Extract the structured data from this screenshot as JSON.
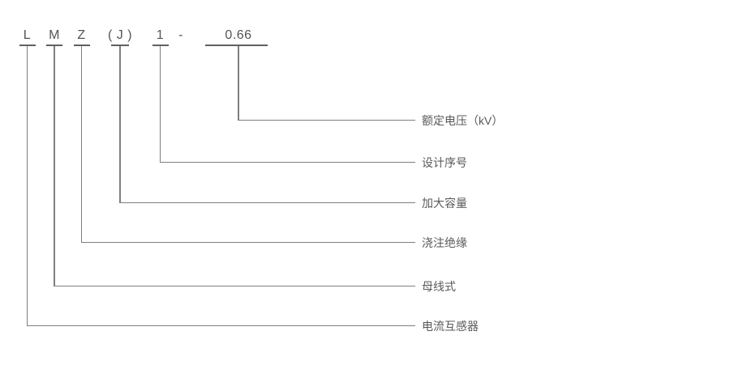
{
  "diagram": {
    "code_parts": [
      {
        "symbol": "L",
        "meaning": "电流互感器"
      },
      {
        "symbol": "M",
        "meaning": "母线式"
      },
      {
        "symbol": "Z",
        "meaning": "浇注绝缘"
      },
      {
        "symbol": "( J )",
        "meaning": "加大容量"
      },
      {
        "symbol": "1",
        "meaning": "设计序号"
      },
      {
        "symbol": "0.66",
        "meaning": "额定电压（kV）"
      }
    ],
    "separator": "-",
    "colors": {
      "background": "#ffffff",
      "line": "#7f7f7f",
      "underline": "#606060",
      "symbol_text": "#555555",
      "label_text": "#595959"
    }
  }
}
